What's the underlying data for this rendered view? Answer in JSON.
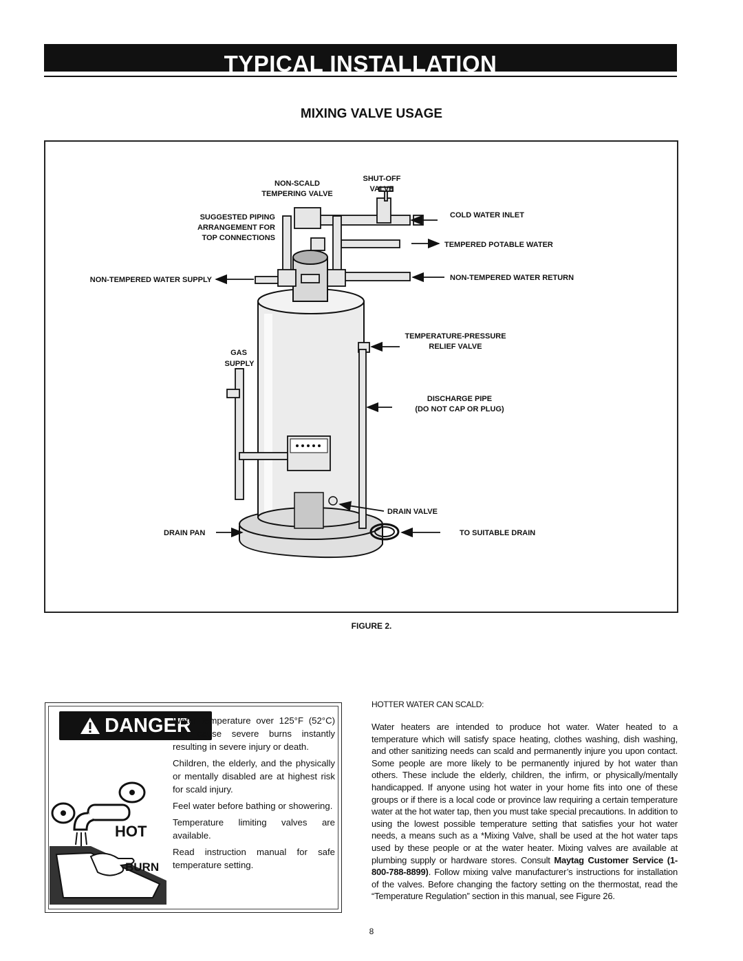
{
  "header": {
    "title": "TYPICAL INSTALLATION",
    "subtitle": "MIXING VALVE USAGE"
  },
  "figure": {
    "caption": "FIGURE 2.",
    "labels": {
      "non_scald_1": "NON-SCALD",
      "non_scald_2": "TEMPERING VALVE",
      "shutoff_1": "SHUT-OFF",
      "shutoff_2": "VALVE",
      "suggested_1": "SUGGESTED PIPING",
      "suggested_2": "ARRANGEMENT FOR",
      "suggested_3": "TOP CONNECTIONS",
      "cold_inlet": "COLD WATER INLET",
      "tempered_potable": "TEMPERED POTABLE WATER",
      "nt_supply": "NON-TEMPERED WATER SUPPLY",
      "nt_return": "NON-TEMPERED WATER RETURN",
      "tp_1": "TEMPERATURE-PRESSURE",
      "tp_2": "RELIEF VALVE",
      "gas_1": "GAS",
      "gas_2": "SUPPLY",
      "discharge_1": "DISCHARGE PIPE",
      "discharge_2": "(DO NOT CAP OR PLUG)",
      "drain_valve": "DRAIN VALVE",
      "drain_pan": "DRAIN PAN",
      "suitable_drain": "TO SUITABLE DRAIN"
    }
  },
  "danger": {
    "badge": "DANGER",
    "hot": "HOT",
    "burn": "BURN",
    "paragraphs": [
      "Water temperature over 125°F (52°C) can cause severe burns instantly resulting in severe injury or death.",
      "Children, the elderly, and the physically or mentally disabled are at highest risk for scald injury.",
      "Feel water before bathing or showering.",
      "Temperature limiting valves are available.",
      "Read instruction manual for safe temperature setting."
    ]
  },
  "scald": {
    "heading": "HOTTER WATER CAN SCALD:",
    "text_before": "Water heaters are intended to produce hot water. Water heated to a temperature which will satisfy space heating, clothes washing, dish washing, and other sanitizing needs can scald and permanently injure you upon contact. Some people are more likely to be permanently injured by hot water than others. These include the elderly, children, the infirm, or physically/mentally handicapped. If anyone using hot water in your home fits into one of these groups or if there is a local code or province law requiring a certain temperature water at the hot water tap, then you must take special precautions. In addition to using the lowest possible temperature setting that satisfies your hot water needs, a means such as a *Mixing Valve, shall be used at the hot water taps used by these people or at the water heater. Mixing valves are available at plumbing supply or hardware stores. Consult ",
    "service_bold": "Maytag Customer Service (1-800-788-8899)",
    "text_after": ". Follow mixing valve manufacturer’s instructions for installation of the valves. Before changing the factory setting on the thermostat, read the “Temperature Regulation” section in this manual, see Figure 26."
  },
  "page": {
    "number": "8"
  },
  "colors": {
    "ink": "#111111",
    "pipe_fill": "#e6e6e6",
    "tank_fill": "#ececec"
  }
}
